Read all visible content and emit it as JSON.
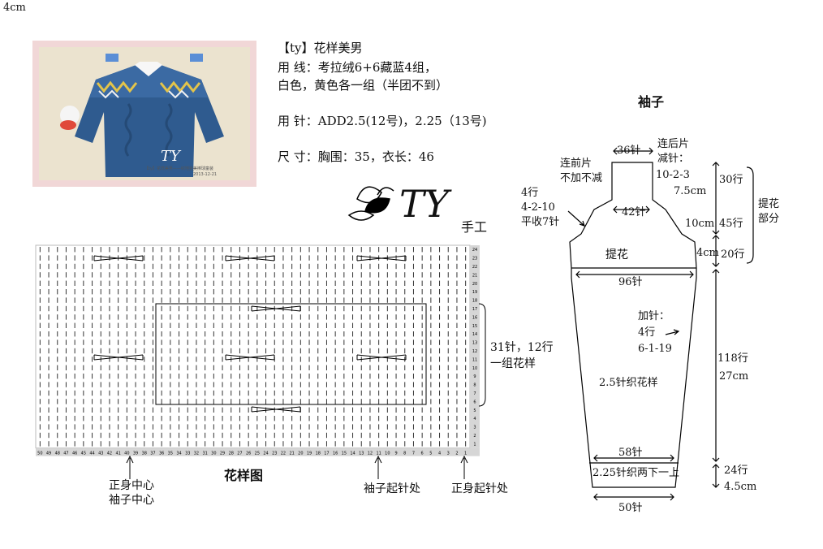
{
  "corner_label": "4cm",
  "photo": {
    "caption": "【ty】花样美男——织地完美棒球童装",
    "date": "2013-12-21"
  },
  "info": {
    "title": "【ty】花样美男",
    "yarn_line1": "用 线：考拉绒6+6藏蓝4组，",
    "yarn_line2": "白色，黄色各一组（半团不到）",
    "needles": "用 针：ADD2.5(12号)，2.25（13号)",
    "size": "尺 寸：胸围：35，衣长：46"
  },
  "logo": {
    "letters": "TY",
    "suffix": "手工"
  },
  "chart": {
    "title": "花样图",
    "column_numbers": [
      "50",
      "49",
      "48",
      "47",
      "46",
      "45",
      "44",
      "43",
      "42",
      "41",
      "40",
      "39",
      "38",
      "37",
      "36",
      "35",
      "34",
      "33",
      "32",
      "31",
      "30",
      "29",
      "28",
      "27",
      "26",
      "25",
      "24",
      "23",
      "22",
      "21",
      "20",
      "19",
      "18",
      "17",
      "16",
      "15",
      "14",
      "13",
      "12",
      "11",
      "10",
      "9",
      "8",
      "7",
      "6",
      "5",
      "4",
      "3",
      "2",
      "1"
    ],
    "row_numbers": [
      "24",
      "23",
      "22",
      "21",
      "20",
      "19",
      "18",
      "17",
      "16",
      "15",
      "14",
      "13",
      "12",
      "11",
      "10",
      "9",
      "8",
      "7",
      "6",
      "5",
      "4",
      "3",
      "2",
      "1"
    ],
    "repeat_note_line1": "31针，12行",
    "repeat_note_line2": "一组花样",
    "marker_center_line1": "正身中心",
    "marker_center_line2": "袖子中心",
    "marker_sleeve_start": "袖子起针处",
    "marker_body_start": "正身起针处"
  },
  "sleeve": {
    "title": "袖子",
    "top_width": "36针",
    "front_note_line1": "连前片",
    "front_note_line2": "不加不减",
    "back_note_line1": "连后片",
    "back_note_line2": "减针：",
    "back_note_line3": "10-2-3",
    "cap_neck_width": "42针",
    "armhole_line1": "4行",
    "armhole_line2": "4-2-10",
    "armhole_line3": "平收7针",
    "jacquard": "提花",
    "upper_width": "96针",
    "increase_line1": "加针：",
    "increase_line2": "4行",
    "increase_line3": "6-1-19",
    "pattern_note": "2.5针织花样",
    "lower_width": "58针",
    "rib_note": "2.25针织两下一上",
    "cuff_width": "50针",
    "dim_30rows": "30行",
    "dim_7_5cm": "7.5cm",
    "dim_10cm": "10cm",
    "dim_45rows": "45行",
    "dim_4cm": "4cm",
    "dim_20rows": "20行",
    "jacquard_part_line1": "提花",
    "jacquard_part_line2": "部分",
    "dim_118rows": "118行",
    "dim_27cm": "27cm",
    "dim_24rows": "24行",
    "dim_4_5cm": "4.5cm"
  }
}
